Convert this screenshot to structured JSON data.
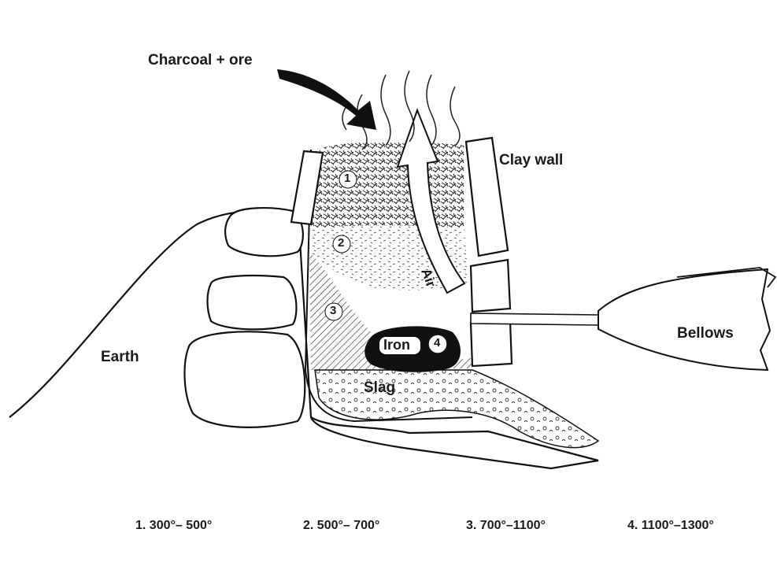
{
  "labels": {
    "charcoal_ore": "Charcoal + ore",
    "clay_wall": "Clay wall",
    "earth": "Earth",
    "bellows": "Bellows",
    "air": "Air",
    "iron": "Iron",
    "slag": "Slag"
  },
  "zones": [
    {
      "number": "1",
      "range": "300°–500°",
      "legend": "1.  300°–  500°"
    },
    {
      "number": "2",
      "range": "500°–700°",
      "legend": "2.  500°–  700°"
    },
    {
      "number": "3",
      "range": "700°–1100°",
      "legend": "3.  700°–1100°"
    },
    {
      "number": "4",
      "range": "1100°–1300°",
      "legend": "4. 1100°–1300°"
    }
  ]
}
